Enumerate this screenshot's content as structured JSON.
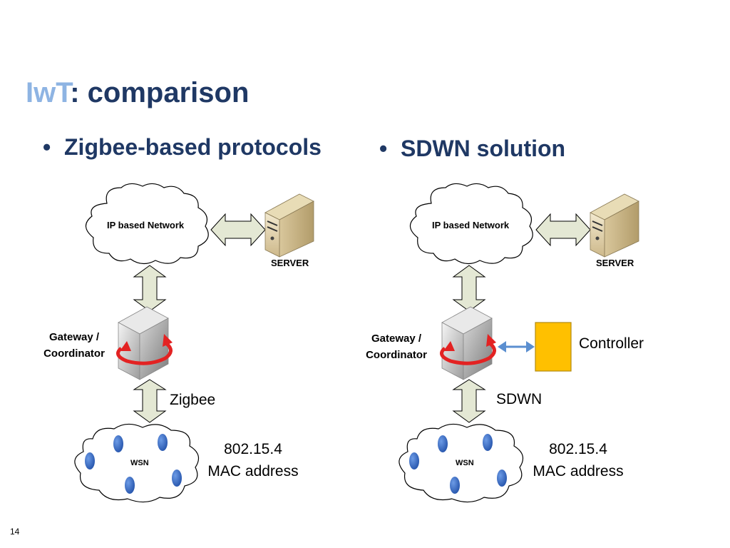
{
  "title": {
    "accent": "IwT",
    "rest": ": comparison"
  },
  "bullets": {
    "left": "Zigbee-based protocols",
    "right": "SDWN solution"
  },
  "left_diagram": {
    "cloud_label": "IP based Network",
    "server_label": "SERVER",
    "gateway_line1": "Gateway /",
    "gateway_line2": "Coordinator",
    "link_label": "Zigbee",
    "wsn_label": "WSN",
    "standard_line1": "802.15.4",
    "standard_line2": "MAC address"
  },
  "right_diagram": {
    "cloud_label": "IP based Network",
    "server_label": "SERVER",
    "gateway_line1": "Gateway /",
    "gateway_line2": "Coordinator",
    "controller_label": "Controller",
    "link_label": "SDWN",
    "wsn_label": "WSN",
    "standard_line1": "802.15.4",
    "standard_line2": "MAC address"
  },
  "slide_number": "14",
  "colors": {
    "title": "#1f3864",
    "accent": "#8eb4e3",
    "arrow_fill": "#e4e8d4",
    "node": "#3d6fc9",
    "controller": "#ffc000",
    "rotate_arrow": "#e32222",
    "link_arrow": "#5b8fd0"
  }
}
